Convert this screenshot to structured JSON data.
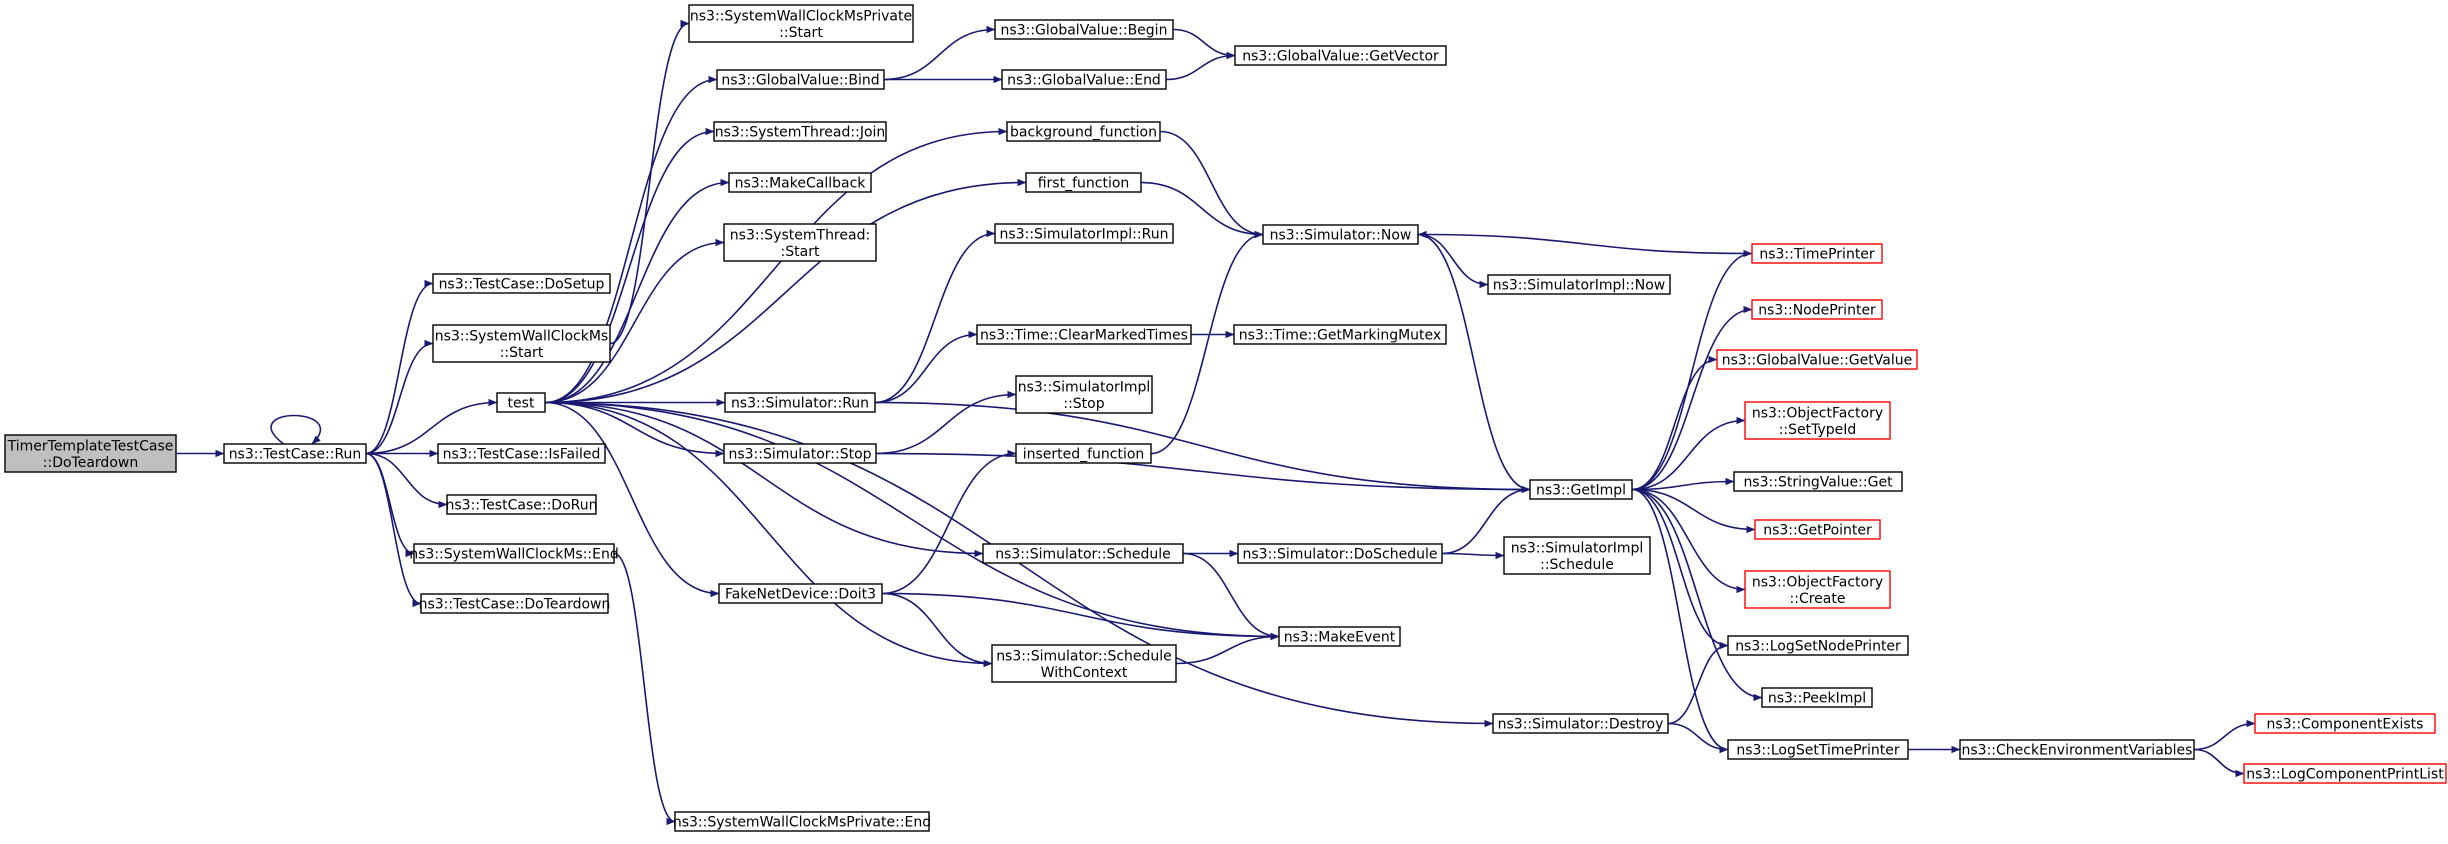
{
  "colors": {
    "edge": "#191970",
    "border_normal": "#000000",
    "border_truncated": "#ff0000",
    "fill_focus": "#bfbfbf",
    "fill_normal": "#ffffff"
  },
  "nodes": [
    {
      "id": "root",
      "lines": [
        "TimerTemplateTestCase",
        "::DoTeardown"
      ],
      "style": "focus"
    },
    {
      "id": "run",
      "lines": [
        "ns3::TestCase::Run"
      ],
      "style": "normal"
    },
    {
      "id": "dosetup",
      "lines": [
        "ns3::TestCase::DoSetup"
      ],
      "style": "normal"
    },
    {
      "id": "swcstart",
      "lines": [
        "ns3::SystemWallClockMs",
        "::Start"
      ],
      "style": "normal"
    },
    {
      "id": "test",
      "lines": [
        "test"
      ],
      "style": "normal"
    },
    {
      "id": "isfailed",
      "lines": [
        "ns3::TestCase::IsFailed"
      ],
      "style": "normal"
    },
    {
      "id": "dorun",
      "lines": [
        "ns3::TestCase::DoRun"
      ],
      "style": "normal"
    },
    {
      "id": "swcend",
      "lines": [
        "ns3::SystemWallClockMs::End"
      ],
      "style": "normal"
    },
    {
      "id": "doteardown",
      "lines": [
        "ns3::TestCase::DoTeardown"
      ],
      "style": "normal"
    },
    {
      "id": "swcpstart",
      "lines": [
        "ns3::SystemWallClockMsPrivate",
        "::Start"
      ],
      "style": "normal"
    },
    {
      "id": "gvbind",
      "lines": [
        "ns3::GlobalValue::Bind"
      ],
      "style": "normal"
    },
    {
      "id": "stjoin",
      "lines": [
        "ns3::SystemThread::Join"
      ],
      "style": "normal"
    },
    {
      "id": "makecb",
      "lines": [
        "ns3::MakeCallback"
      ],
      "style": "normal"
    },
    {
      "id": "ststart",
      "lines": [
        "ns3::SystemThread:",
        ":Start"
      ],
      "style": "normal"
    },
    {
      "id": "simrun",
      "lines": [
        "ns3::Simulator::Run"
      ],
      "style": "normal"
    },
    {
      "id": "simstop",
      "lines": [
        "ns3::Simulator::Stop"
      ],
      "style": "normal"
    },
    {
      "id": "doit3",
      "lines": [
        "FakeNetDevice::Doit3"
      ],
      "style": "normal"
    },
    {
      "id": "swcpend",
      "lines": [
        "ns3::SystemWallClockMsPrivate::End"
      ],
      "style": "normal"
    },
    {
      "id": "gvbegin",
      "lines": [
        "ns3::GlobalValue::Begin"
      ],
      "style": "normal"
    },
    {
      "id": "gvend",
      "lines": [
        "ns3::GlobalValue::End"
      ],
      "style": "normal"
    },
    {
      "id": "bgfunc",
      "lines": [
        "background_function"
      ],
      "style": "normal"
    },
    {
      "id": "firstfunc",
      "lines": [
        "first_function"
      ],
      "style": "normal"
    },
    {
      "id": "simimplrun",
      "lines": [
        "ns3::SimulatorImpl::Run"
      ],
      "style": "normal"
    },
    {
      "id": "clearmarked",
      "lines": [
        "ns3::Time::ClearMarkedTimes"
      ],
      "style": "normal"
    },
    {
      "id": "simimplstop",
      "lines": [
        "ns3::SimulatorImpl",
        "::Stop"
      ],
      "style": "normal"
    },
    {
      "id": "insfunc",
      "lines": [
        "inserted_function"
      ],
      "style": "normal"
    },
    {
      "id": "simschedule",
      "lines": [
        "ns3::Simulator::Schedule"
      ],
      "style": "normal"
    },
    {
      "id": "simschedctx",
      "lines": [
        "ns3::Simulator::Schedule",
        "WithContext"
      ],
      "style": "normal"
    },
    {
      "id": "gvgetvector",
      "lines": [
        "ns3::GlobalValue::GetVector"
      ],
      "style": "normal"
    },
    {
      "id": "simnow",
      "lines": [
        "ns3::Simulator::Now"
      ],
      "style": "normal"
    },
    {
      "id": "getmarkmutex",
      "lines": [
        "ns3::Time::GetMarkingMutex"
      ],
      "style": "normal"
    },
    {
      "id": "simdosched",
      "lines": [
        "ns3::Simulator::DoSchedule"
      ],
      "style": "normal"
    },
    {
      "id": "makeevent",
      "lines": [
        "ns3::MakeEvent"
      ],
      "style": "normal"
    },
    {
      "id": "simimplnow",
      "lines": [
        "ns3::SimulatorImpl::Now"
      ],
      "style": "normal"
    },
    {
      "id": "simimplsched",
      "lines": [
        "ns3::SimulatorImpl",
        "::Schedule"
      ],
      "style": "normal"
    },
    {
      "id": "simdestroy",
      "lines": [
        "ns3::Simulator::Destroy"
      ],
      "style": "normal"
    },
    {
      "id": "getimpl",
      "lines": [
        "ns3::GetImpl"
      ],
      "style": "normal"
    },
    {
      "id": "timeprinter",
      "lines": [
        "ns3::TimePrinter"
      ],
      "style": "truncated"
    },
    {
      "id": "nodeprinter",
      "lines": [
        "ns3::NodePrinter"
      ],
      "style": "truncated"
    },
    {
      "id": "gvgetvalue",
      "lines": [
        "ns3::GlobalValue::GetValue"
      ],
      "style": "truncated"
    },
    {
      "id": "ofsettypeid",
      "lines": [
        "ns3::ObjectFactory",
        "::SetTypeId"
      ],
      "style": "truncated"
    },
    {
      "id": "strvalget",
      "lines": [
        "ns3::StringValue::Get"
      ],
      "style": "normal"
    },
    {
      "id": "getpointer",
      "lines": [
        "ns3::GetPointer"
      ],
      "style": "truncated"
    },
    {
      "id": "ofcreate",
      "lines": [
        "ns3::ObjectFactory",
        "::Create"
      ],
      "style": "truncated"
    },
    {
      "id": "logsetnode",
      "lines": [
        "ns3::LogSetNodePrinter"
      ],
      "style": "normal"
    },
    {
      "id": "peekimpl",
      "lines": [
        "ns3::PeekImpl"
      ],
      "style": "normal"
    },
    {
      "id": "logsettime",
      "lines": [
        "ns3::LogSetTimePrinter"
      ],
      "style": "normal"
    },
    {
      "id": "checkenv",
      "lines": [
        "ns3::CheckEnvironmentVariables"
      ],
      "style": "normal"
    },
    {
      "id": "compexists",
      "lines": [
        "ns3::ComponentExists"
      ],
      "style": "truncated"
    },
    {
      "id": "logcomplist",
      "lines": [
        "ns3::LogComponentPrintList"
      ],
      "style": "truncated"
    }
  ],
  "edges": [
    [
      "root",
      "run"
    ],
    [
      "run",
      "run"
    ],
    [
      "run",
      "dosetup"
    ],
    [
      "run",
      "swcstart"
    ],
    [
      "run",
      "test"
    ],
    [
      "run",
      "isfailed"
    ],
    [
      "run",
      "dorun"
    ],
    [
      "run",
      "swcend"
    ],
    [
      "run",
      "doteardown"
    ],
    [
      "swcstart",
      "swcpstart"
    ],
    [
      "swcend",
      "swcpend"
    ],
    [
      "test",
      "gvbind"
    ],
    [
      "test",
      "stjoin"
    ],
    [
      "test",
      "makecb"
    ],
    [
      "test",
      "ststart"
    ],
    [
      "test",
      "bgfunc"
    ],
    [
      "test",
      "firstfunc"
    ],
    [
      "test",
      "simrun"
    ],
    [
      "test",
      "simstop"
    ],
    [
      "test",
      "simschedule"
    ],
    [
      "test",
      "doit3"
    ],
    [
      "test",
      "simschedctx"
    ],
    [
      "test",
      "makeevent"
    ],
    [
      "test",
      "simdestroy"
    ],
    [
      "gvbind",
      "gvbegin"
    ],
    [
      "gvbind",
      "gvend"
    ],
    [
      "gvbegin",
      "gvgetvector"
    ],
    [
      "gvend",
      "gvgetvector"
    ],
    [
      "bgfunc",
      "simnow"
    ],
    [
      "firstfunc",
      "simnow"
    ],
    [
      "insfunc",
      "simnow"
    ],
    [
      "simrun",
      "simimplrun"
    ],
    [
      "simrun",
      "clearmarked"
    ],
    [
      "simrun",
      "getimpl"
    ],
    [
      "clearmarked",
      "getmarkmutex"
    ],
    [
      "simstop",
      "simimplstop"
    ],
    [
      "simstop",
      "getimpl"
    ],
    [
      "doit3",
      "insfunc"
    ],
    [
      "doit3",
      "simschedctx"
    ],
    [
      "doit3",
      "makeevent"
    ],
    [
      "simschedule",
      "simdosched"
    ],
    [
      "simschedule",
      "makeevent"
    ],
    [
      "simschedctx",
      "makeevent"
    ],
    [
      "simdosched",
      "simimplsched"
    ],
    [
      "simdosched",
      "getimpl"
    ],
    [
      "simnow",
      "simimplnow"
    ],
    [
      "simnow",
      "getimpl"
    ],
    [
      "timeprinter",
      "simnow"
    ],
    [
      "simdestroy",
      "logsetnode"
    ],
    [
      "simdestroy",
      "logsettime"
    ],
    [
      "getimpl",
      "timeprinter"
    ],
    [
      "getimpl",
      "nodeprinter"
    ],
    [
      "getimpl",
      "gvgetvalue"
    ],
    [
      "getimpl",
      "ofsettypeid"
    ],
    [
      "getimpl",
      "strvalget"
    ],
    [
      "getimpl",
      "getpointer"
    ],
    [
      "getimpl",
      "ofcreate"
    ],
    [
      "getimpl",
      "logsetnode"
    ],
    [
      "getimpl",
      "peekimpl"
    ],
    [
      "getimpl",
      "logsettime"
    ],
    [
      "logsettime",
      "checkenv"
    ],
    [
      "checkenv",
      "compexists"
    ],
    [
      "checkenv",
      "logcomplist"
    ]
  ]
}
